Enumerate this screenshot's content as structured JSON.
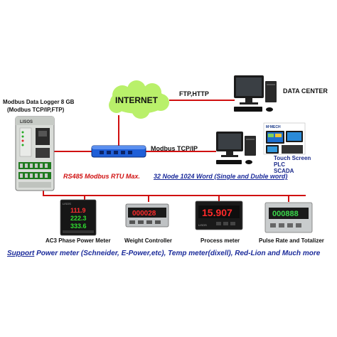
{
  "logger": {
    "title_line1": "Modbus Data Logger 8 GB",
    "title_line2": "(Modbus TCP/IP,FTP)",
    "brand": "LISOS"
  },
  "cloud": {
    "label": "INTERNET"
  },
  "links": {
    "ftp": "FTP,HTTP",
    "tcp": "Modbus TCP/IP"
  },
  "datacenter": {
    "label": "DATA CENTER"
  },
  "scada": {
    "brand": "M²MECH",
    "line1": "Touch Screen",
    "line2": "PLC",
    "line3": "SCADA"
  },
  "bus": {
    "rs485": "RS485 Modbus RTU Max.",
    "nodes": "32 Node 1024 Word (Single and Duble word)"
  },
  "devices": [
    {
      "label": "AC3 Phase Power Meter",
      "brand": "LISOS",
      "r1": "111.9",
      "r2": "222.3",
      "r3": "333.6"
    },
    {
      "label": "Weight Controller",
      "reading": "000028"
    },
    {
      "label": "Process meter",
      "reading": "15.907",
      "brand": "LISOS"
    },
    {
      "label": "Pulse Rate and Totalizer",
      "reading": "000888"
    }
  ],
  "support": {
    "prefix": "Support",
    "text": " Power meter (Schneider, E-Power,etc), Temp meter(dixell), Red-Lion and Much more"
  }
}
